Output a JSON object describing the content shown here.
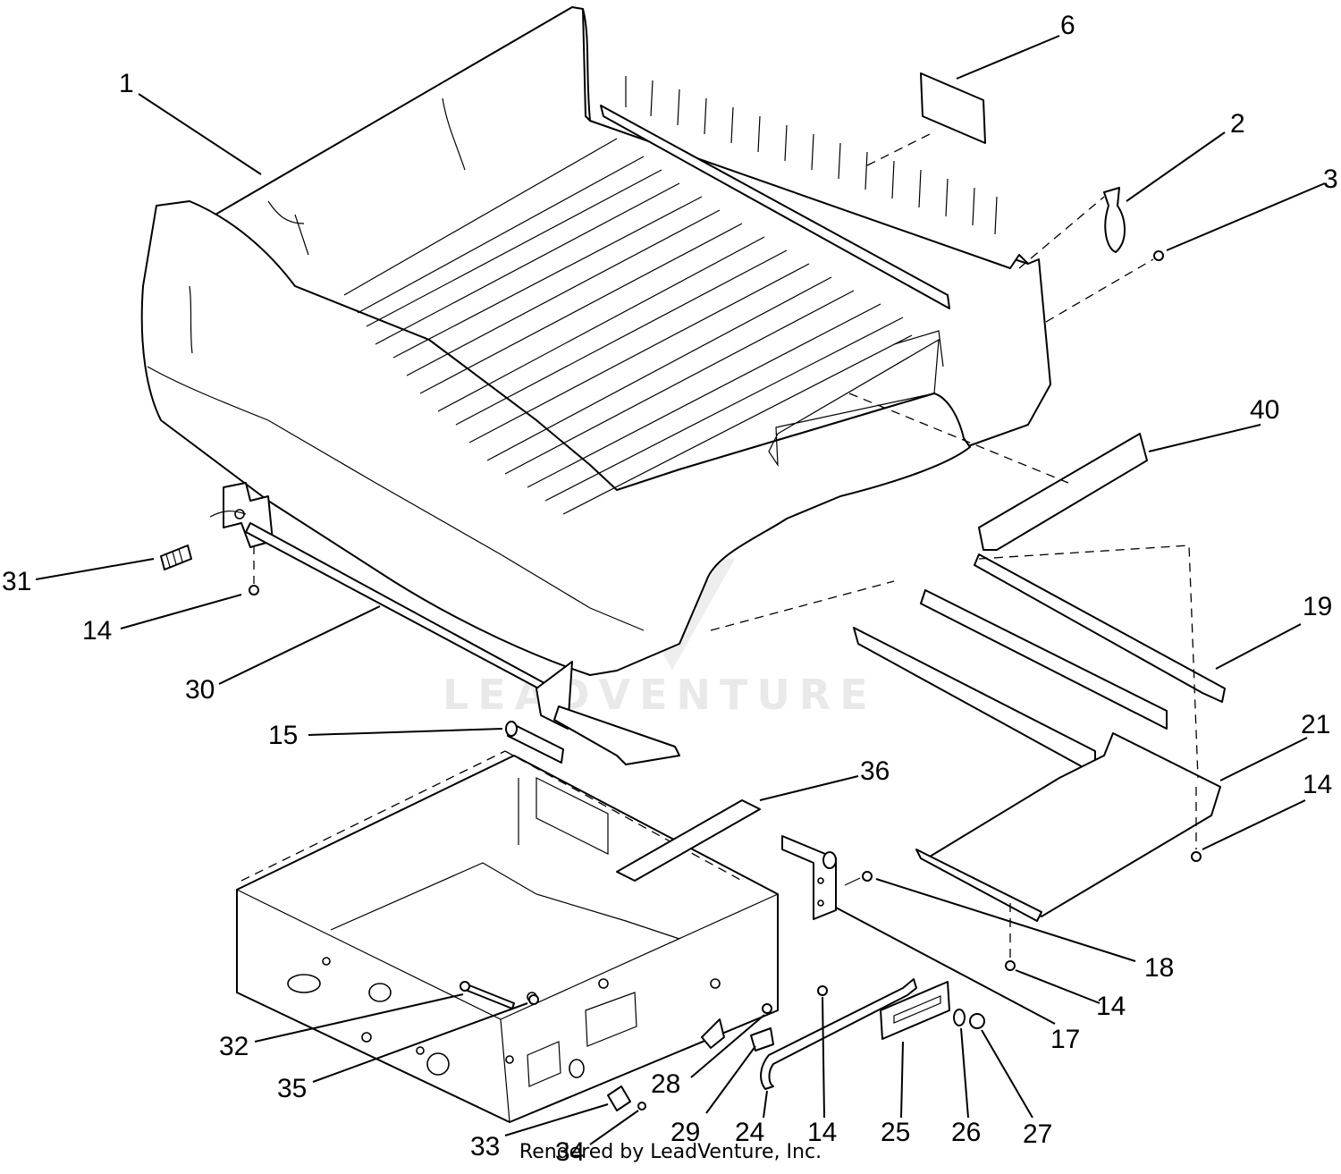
{
  "footer": "Rendered by LeadVenture, Inc.",
  "watermark": "LEADVENTURE",
  "callouts": {
    "c1": "1",
    "c6": "6",
    "c2": "2",
    "c3": "3",
    "c40": "40",
    "c31": "31",
    "c14a": "14",
    "c30": "30",
    "c19": "19",
    "c15": "15",
    "c36": "36",
    "c21": "21",
    "c14b": "14",
    "c18": "18",
    "c14c": "14",
    "c17": "17",
    "c32": "32",
    "c35": "35",
    "c28": "28",
    "c29": "29",
    "c24": "24",
    "c14d": "14",
    "c25": "25",
    "c26": "26",
    "c27": "27",
    "c33": "33",
    "c34": "34"
  }
}
